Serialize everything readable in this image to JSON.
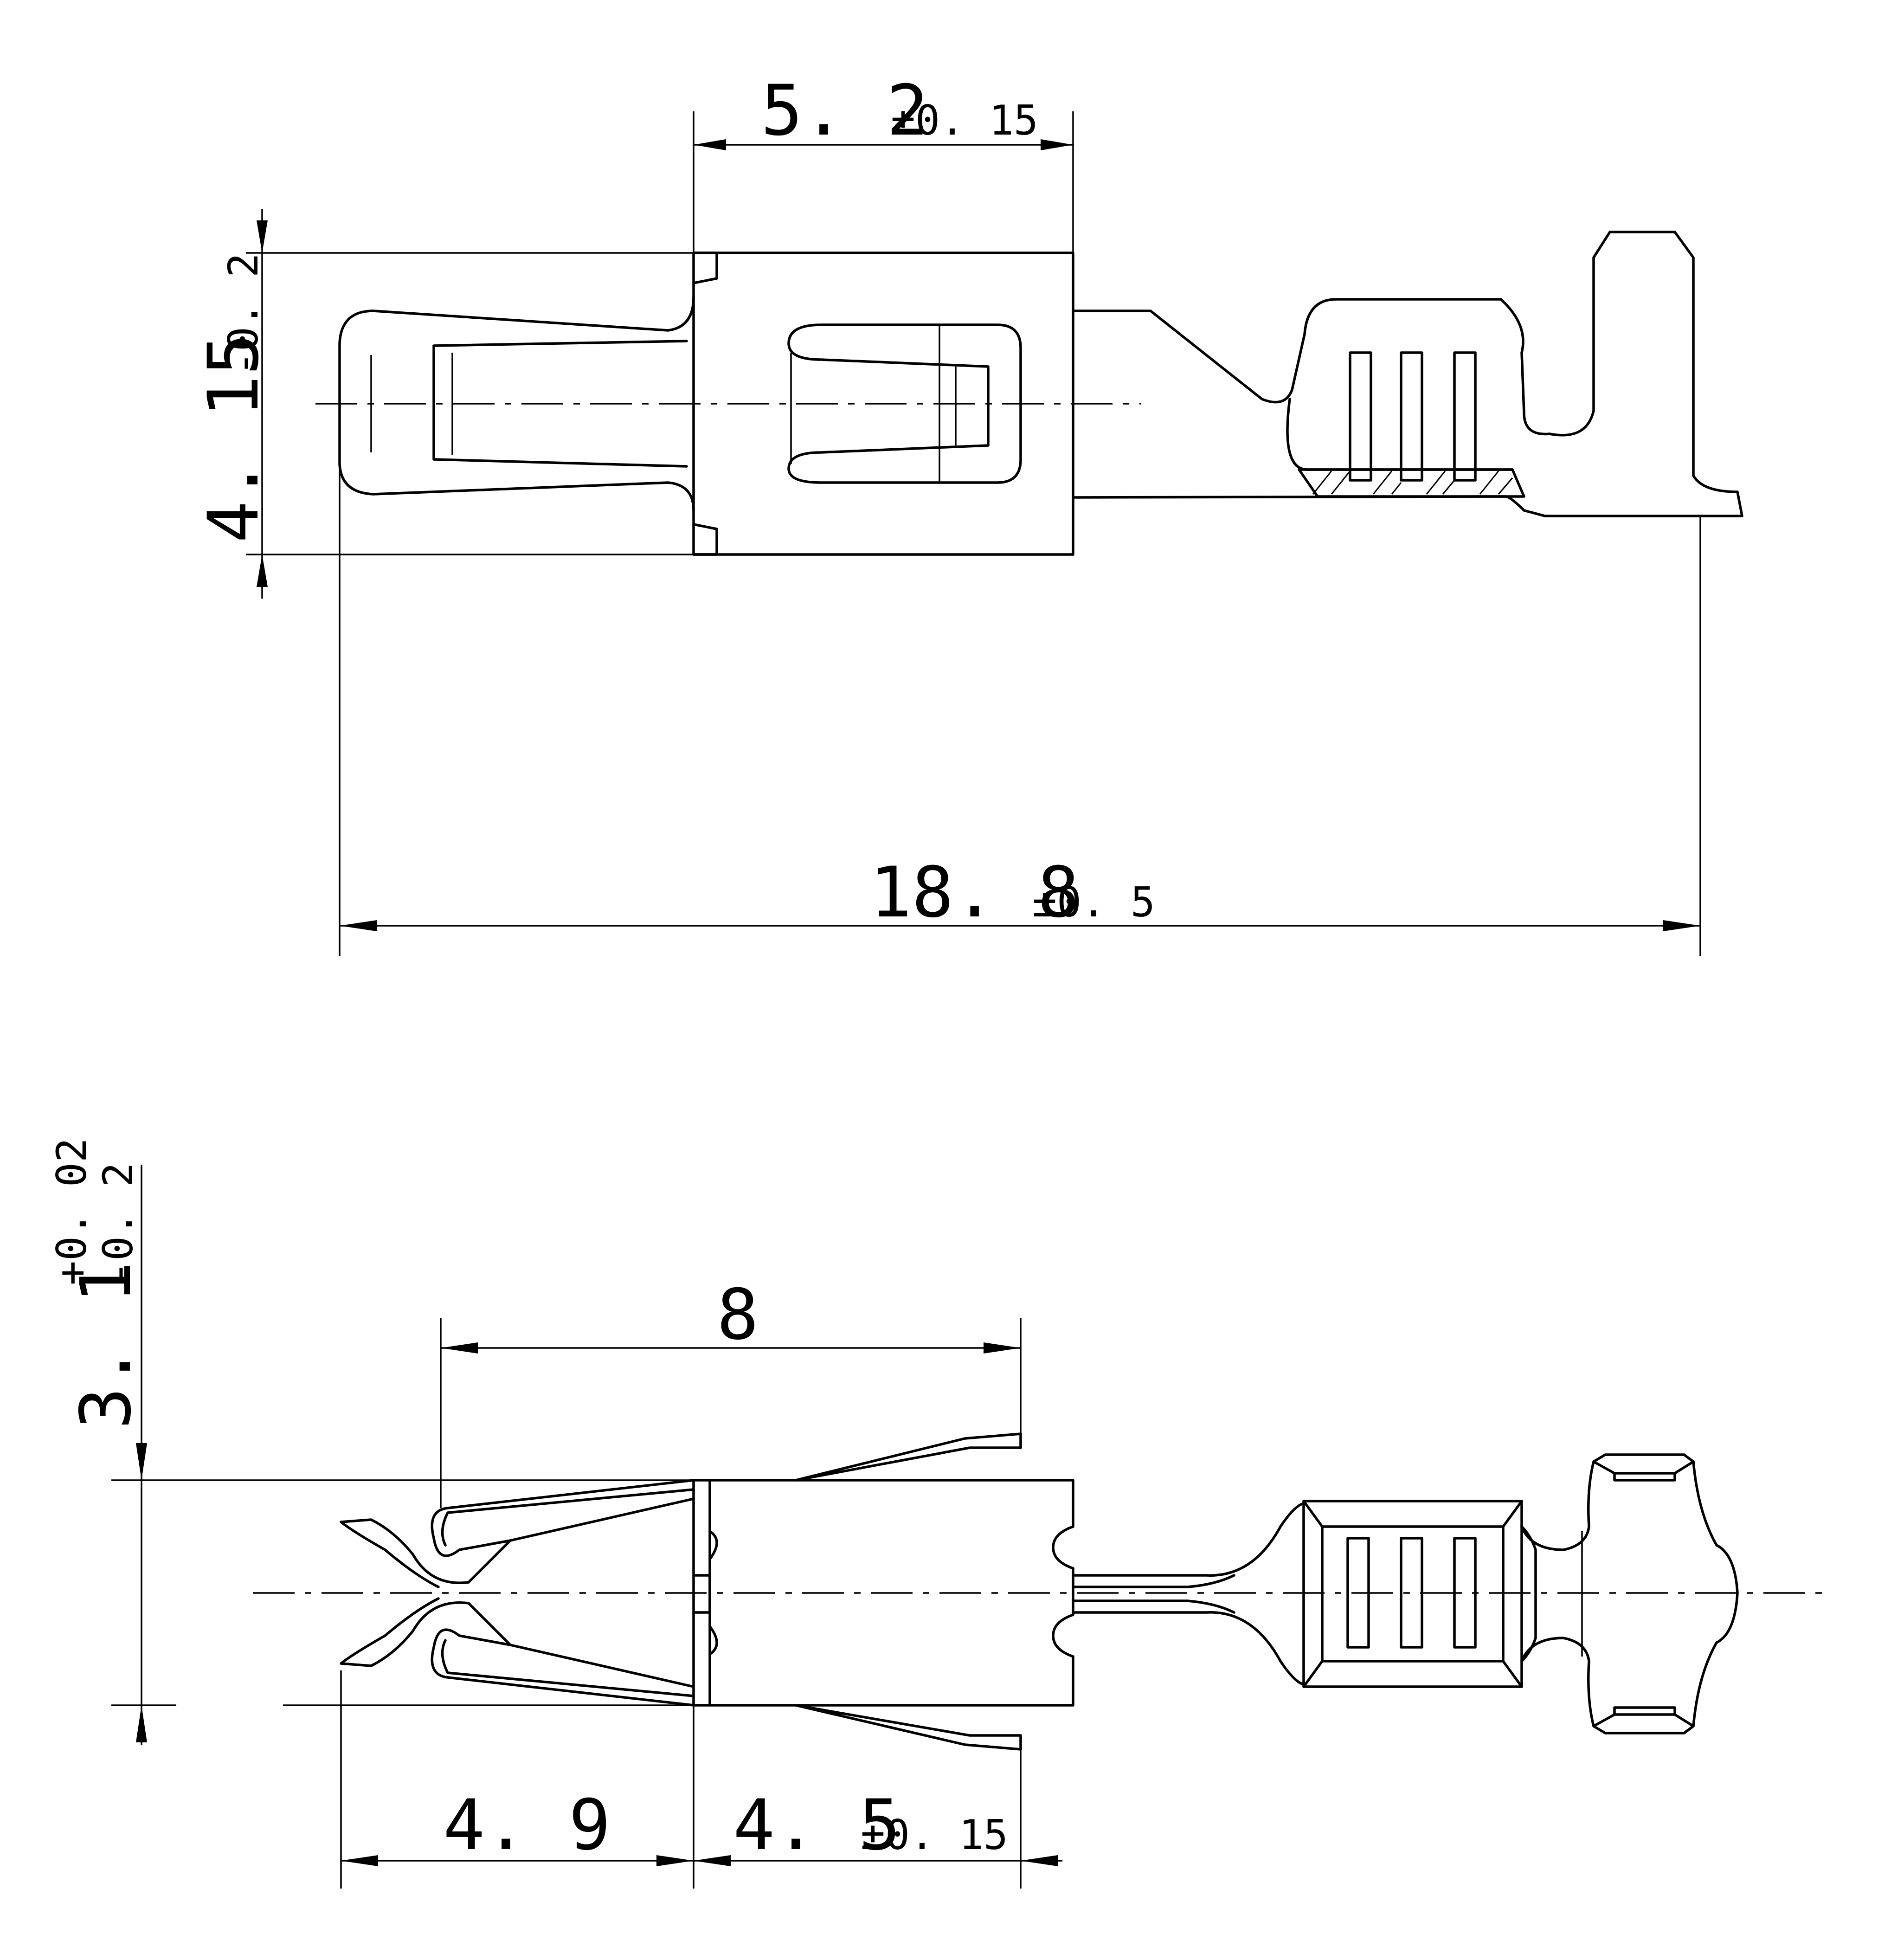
{
  "top_view": {
    "dim_length": {
      "value": "18. 8",
      "tol": "±0. 5"
    },
    "dim_body": {
      "value": "5. 2",
      "tol": "±0. 15"
    },
    "dim_height": {
      "value": "4. 15",
      "tol": "-0. 2"
    }
  },
  "bottom_view": {
    "dim_spring": {
      "value": "8"
    },
    "dim_tip": {
      "value": "4. 9"
    },
    "dim_box": {
      "value": "4. 5",
      "tol": "±0. 15"
    },
    "dim_width": {
      "value": "3. 1",
      "tol_plus": "+0. 02",
      "tol_minus": "-0. 2"
    }
  }
}
